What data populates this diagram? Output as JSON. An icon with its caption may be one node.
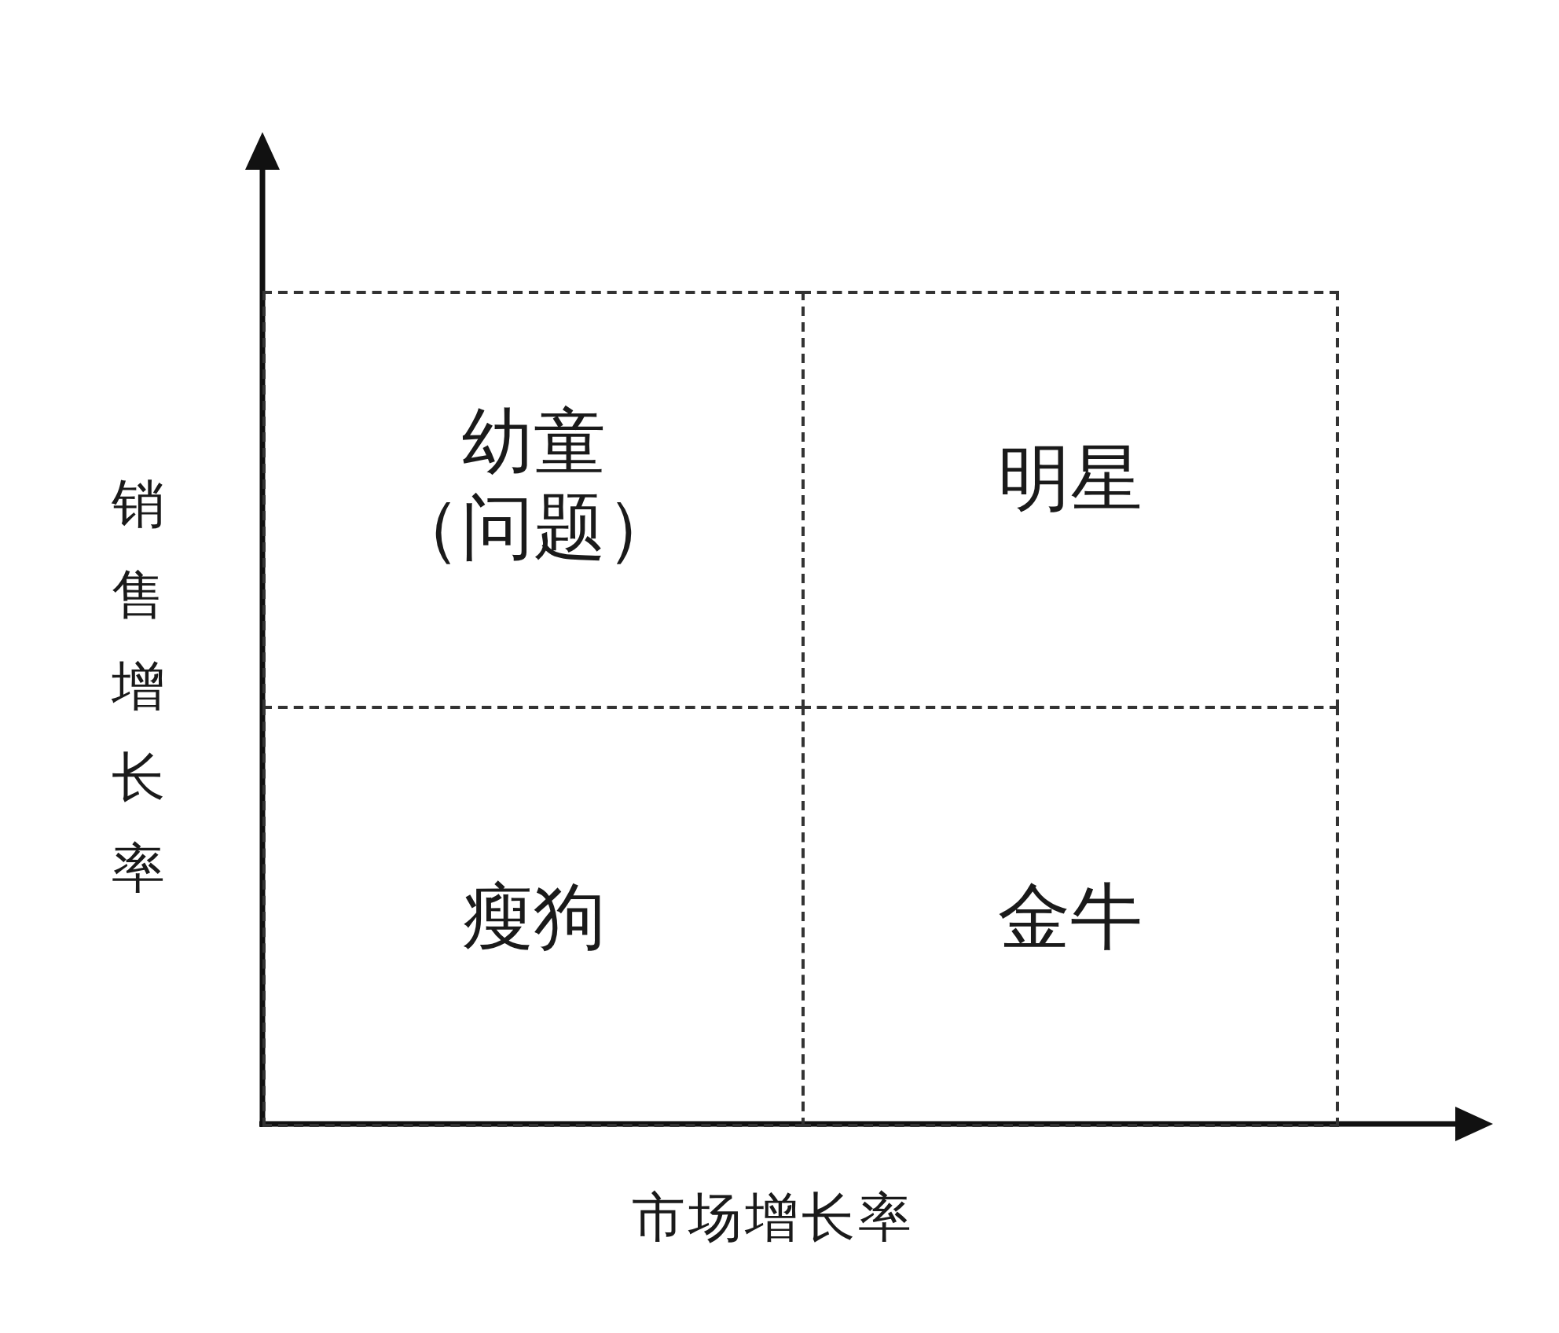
{
  "diagram": {
    "nodes": [
      {
        "text": [
          "幼童",
          "（问题）"
        ]
      },
      {
        "text": [
          "明星"
        ]
      },
      {
        "text": [
          "瘦狗"
        ]
      },
      {
        "text": [
          "金牛"
        ]
      }
    ],
    "edges": [],
    "labels": [
      "销售增长率",
      "市场增长率"
    ]
  }
}
